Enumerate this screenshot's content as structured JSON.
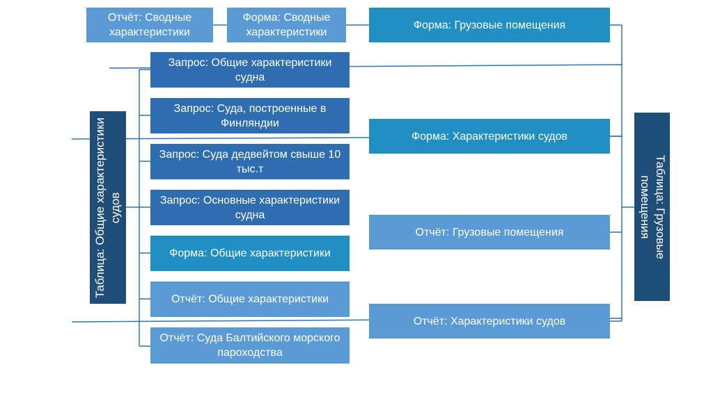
{
  "top_row": {
    "report_summary": "Отчёт: Сводные характеристики",
    "form_summary": "Форма: Сводные характеристики",
    "form_cargo": "Форма: Грузовые помещения"
  },
  "left_column": {
    "query_general": "Запрос: Общие характеристики судна",
    "query_finland": "Запрос: Суда, построенные в Финляндии",
    "query_deadweight": "Запрос: Суда дедвейтом свыше 10 тыс.т",
    "query_main": "Запрос: Основные характеристики судна",
    "form_general": "Форма: Общие характеристики",
    "report_general": "Отчёт: Общие характеристики",
    "report_baltic": "Отчёт: Суда Балтийского морского пароходства"
  },
  "right_column": {
    "form_ships": "Форма: Характеристики судов",
    "report_cargo": "Отчёт: Грузовые помещения",
    "report_ships": "Отчёт: Характеристики судов"
  },
  "tables": {
    "left_table": "Таблица: Общие характеристики судов",
    "right_table": "Таблица: Грузовые помещения"
  },
  "colors": {
    "dark_box": "#2e6db0",
    "teal_box": "#1f8fc4",
    "light_box": "#5b9bd5",
    "navy_table": "#1f4e79",
    "line": "#2e75b6"
  }
}
